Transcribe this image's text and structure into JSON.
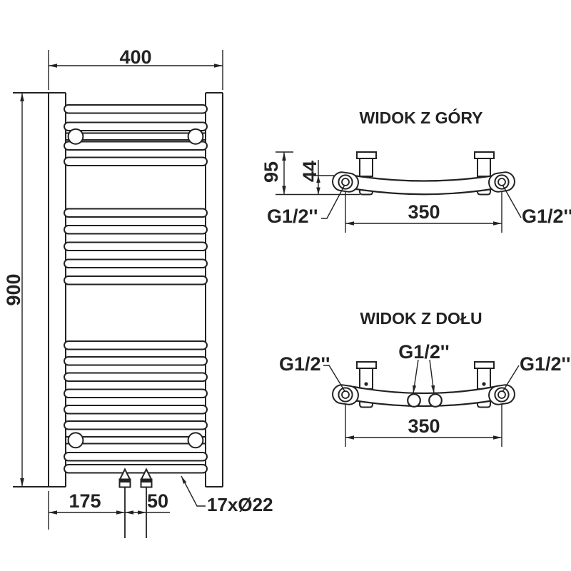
{
  "front": {
    "dim_width": "400",
    "dim_height": "900",
    "dim_offset": "175",
    "dim_spacing": "50",
    "tube_note": "17xØ22"
  },
  "top": {
    "title": "WIDOK Z GÓRY",
    "dim_depth": "95",
    "dim_tube_depth": "44",
    "dim_span": "350",
    "thread_left": "G1/2''",
    "thread_right": "G1/2''"
  },
  "bottom": {
    "title": "WIDOK Z DOŁU",
    "dim_span": "350",
    "thread_left": "G1/2''",
    "thread_center": "G1/2''",
    "thread_right": "G1/2''"
  },
  "colors": {
    "line": "#222222",
    "background": "#ffffff"
  }
}
